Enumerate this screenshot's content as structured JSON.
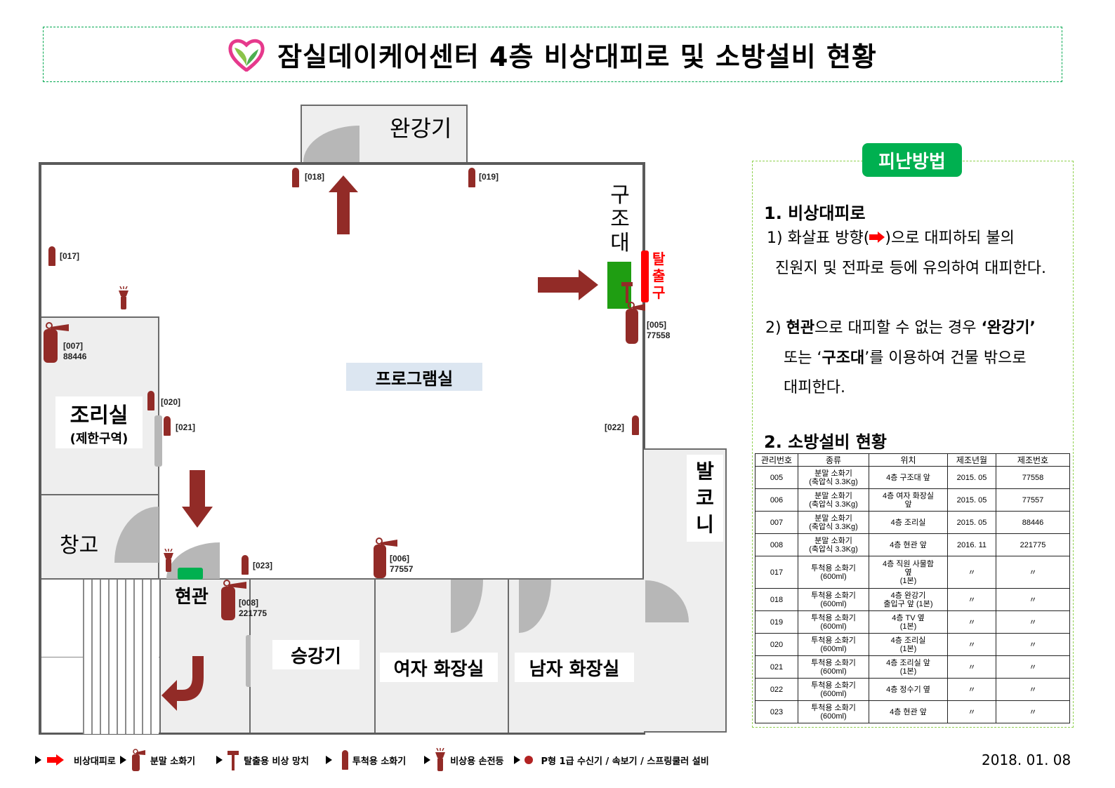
{
  "header": {
    "title": "잠실데이케어센터 4층 비상대피로 및 소방설비 현황",
    "logo": "heart-leaf-logo-icon"
  },
  "floor_plan": {
    "rooms": {
      "wangangi": "완강기",
      "gujodae": "구조대",
      "exit": [
        "탈",
        "출",
        "구"
      ],
      "program_room": "프로그램실",
      "kitchen": "조리실",
      "kitchen_note": "(제한구역)",
      "storage": "창고",
      "entrance": "현관",
      "elevator": "승강기",
      "womens_restroom": "여자 화장실",
      "mens_restroom": "남자 화장실",
      "balcony": [
        "발",
        "코",
        "니"
      ]
    },
    "markers": [
      {
        "id": "[018]",
        "type": "throwing-extinguisher"
      },
      {
        "id": "[019]",
        "type": "throwing-extinguisher"
      },
      {
        "id": "[017]",
        "type": "throwing-extinguisher"
      },
      {
        "id": "[020]",
        "type": "throwing-extinguisher"
      },
      {
        "id": "[021]",
        "type": "throwing-extinguisher"
      },
      {
        "id": "[022]",
        "type": "throwing-extinguisher"
      },
      {
        "id": "[023]",
        "type": "throwing-extinguisher"
      },
      {
        "id": "[005]",
        "serial": "77558",
        "type": "powder-extinguisher"
      },
      {
        "id": "[006]",
        "serial": "77557",
        "type": "powder-extinguisher"
      },
      {
        "id": "[007]",
        "serial": "88446",
        "type": "powder-extinguisher"
      },
      {
        "id": "[008]",
        "serial": "221775",
        "type": "powder-extinguisher"
      }
    ],
    "colors": {
      "arrow": "#922b27",
      "wall": "#5a5a5a",
      "room_fill": "#eeeeee",
      "door": "#b7b7b7",
      "gujodae_fill": "#1f9e12",
      "exit_bar": "#ff0000",
      "program_label_bg": "#dce6f1"
    }
  },
  "panel": {
    "badge": "피난방법",
    "section1_title": "1. 비상대피로",
    "s1_p1_a": "1) 화살표 방향(",
    "s1_p1_b": ")으로 대피하되 불의",
    "s1_p1_c": "진원지 및 전파로 등에 유의하여 대피한다.",
    "s1_p2_a": "2) ",
    "s1_p2_b": "현관",
    "s1_p2_c": "으로 대피할 수 없는 경우  ",
    "s1_p2_d": "‘완강기’",
    "s1_p2_e": "또는 ‘",
    "s1_p2_f": "구조대",
    "s1_p2_g": "’를 이용하여 건물 밖으로",
    "s1_p2_h": "대피한다.",
    "section2_title": "2. 소방설비 현황",
    "table": {
      "headers": [
        "관리번호",
        "종류",
        "위치",
        "제조년월",
        "제조번호"
      ],
      "rows": [
        [
          "005",
          "분말 소화기\n(축압식 3.3Kg)",
          "4층 구조대 앞",
          "2015. 05",
          "77558"
        ],
        [
          "006",
          "분말 소화기\n(축압식 3.3Kg)",
          "4층 여자 화장실\n앞",
          "2015. 05",
          "77557"
        ],
        [
          "007",
          "분말 소화기\n(축압식 3.3Kg)",
          "4층 조리실",
          "2015. 05",
          "88446"
        ],
        [
          "008",
          "분말 소화기\n(축압식 3.3Kg)",
          "4층 현관 앞",
          "2016. 11",
          "221775"
        ],
        [
          "017",
          "투척용 소화기\n(600ml)",
          "4층 직원 사물함\n옆\n(1본)",
          "〃",
          "〃"
        ],
        [
          "018",
          "투척용 소화기\n(600ml)",
          "4층 완강기\n출입구 앞 (1본)",
          "〃",
          "〃"
        ],
        [
          "019",
          "투척용 소화기\n(600ml)",
          "4층 TV 옆\n(1본)",
          "〃",
          "〃"
        ],
        [
          "020",
          "투척용 소화기\n(600ml)",
          "4층 조리실\n(1본)",
          "〃",
          "〃"
        ],
        [
          "021",
          "투척용 소화기\n(600ml)",
          "4층 조리실 앞\n(1본)",
          "〃",
          "〃"
        ],
        [
          "022",
          "투척용 소화기\n(600ml)",
          "4층 정수기 옆",
          "〃",
          "〃"
        ],
        [
          "023",
          "투척용 소화기\n(600ml)",
          "4층 현관 앞",
          "〃",
          "〃"
        ]
      ]
    }
  },
  "legend": {
    "items": [
      "비상대피로",
      "분말 소화기",
      "탈출용 비상 망치",
      "투척용 소화기",
      "비상용 손전등",
      "P형 1급 수신기 / 속보기 / 스프링쿨러 설비"
    ]
  },
  "date": "2018. 01. 08"
}
